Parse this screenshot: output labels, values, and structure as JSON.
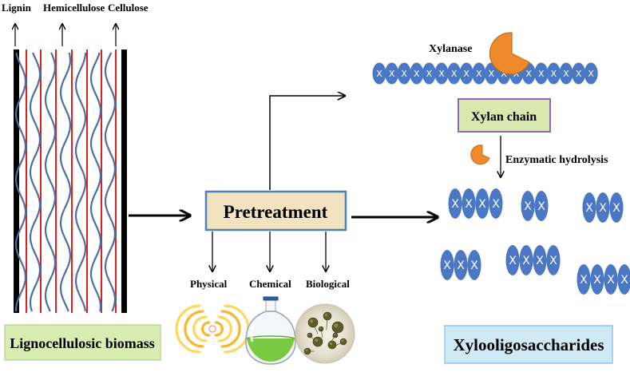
{
  "labels": {
    "lignin": "Lignin",
    "hemicellulose": "Hemicellulose",
    "cellulose": "Cellulose",
    "xylanase": "Xylanase",
    "xylan_chain": "Xylan chain",
    "enzymatic_hydrolysis": "Enzymatic hydrolysis",
    "pretreatment": "Pretreatment",
    "physical": "Physical",
    "chemical": "Chemical",
    "biological": "Biological",
    "lignocellulosic_biomass": "Lignocellulosic biomass",
    "xylooligosaccharides": "Xylooligosaccharides"
  },
  "unit_letter": "X",
  "xylan_chain_units": 18,
  "oligomer_groups": [
    {
      "row": 1,
      "units": 4
    },
    {
      "row": 1,
      "units": 2
    },
    {
      "row": 1,
      "units": 3
    },
    {
      "row": 2,
      "units": 3
    },
    {
      "row": 2,
      "units": 4
    },
    {
      "row": 2,
      "units": 4
    }
  ],
  "colors": {
    "unit_blue": "#4a78c4",
    "wave_blue": "#4a6fa5",
    "fiber_red": "#e0201e",
    "enzyme_orange": "#ef8a2c",
    "pretreatment_fill": "#f2e3c0",
    "pretreatment_border": "#4f7fb4",
    "biomass_label_fill": "#d9ecb2",
    "xos_label_fill": "#cfe9f6",
    "xylan_label_fill": "#d8e9b0",
    "xylan_label_border": "#8e6aa8"
  }
}
